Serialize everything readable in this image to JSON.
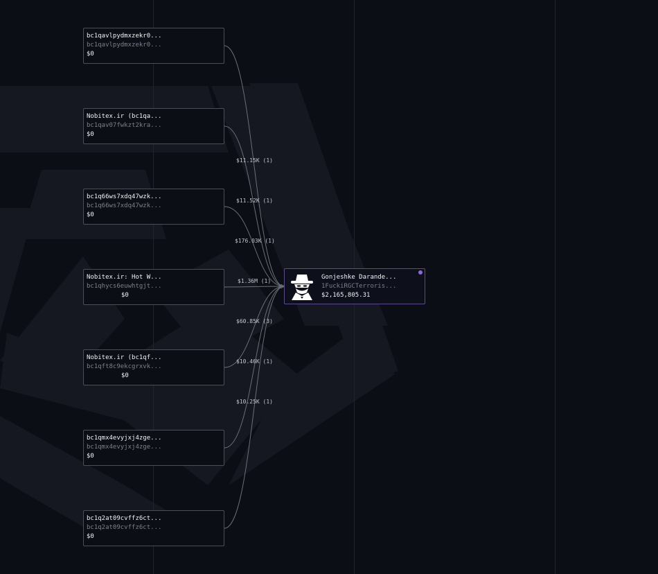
{
  "source_nodes": [
    {
      "title": "bc1qavlpydmxzekr0...",
      "address": "bc1qavlpydmxzekr0...",
      "balance": "$0"
    },
    {
      "title": "Nobitex.ir (bc1qa...",
      "address": "bc1qav07fwkzt2kra...",
      "balance": "$0"
    },
    {
      "title": "bc1q66ws7xdq47wzk...",
      "address": "bc1q66ws7xdq47wzk...",
      "balance": "$0"
    },
    {
      "title": "Nobitex.ir: Hot W...",
      "address": "bc1qhycs6euwhtgjt...",
      "balance": "$0"
    },
    {
      "title": "Nobitex.ir (bc1qf...",
      "address": "bc1qft8c9ekcgrxvk...",
      "balance": "$0"
    },
    {
      "title": "bc1qmx4evyjxj4zge...",
      "address": "bc1qmx4evyjxj4zge...",
      "balance": "$0"
    },
    {
      "title": "bc1q2at09cvffz6ct...",
      "address": "bc1q2at09cvffz6ct...",
      "balance": "$0"
    }
  ],
  "target_node": {
    "title": "Gonjeshke Darande...",
    "address": "1FuckiRGCTerroris...",
    "balance": "$2,165,805.31",
    "icon": "spy-icon",
    "status_color": "#8b6ad8"
  },
  "edge_labels": [
    "$11.15K (1)",
    "$11.52K (1)",
    "$176.03K (1)",
    "$1.36M (1)",
    "$60.85K (3)",
    "$10.46K (1)",
    "$10.25K (1)"
  ],
  "colors": {
    "background": "#0b0e15",
    "node_border": "#4a4e57",
    "target_border": "#5b4a8f",
    "edge": "#6b6f78"
  }
}
